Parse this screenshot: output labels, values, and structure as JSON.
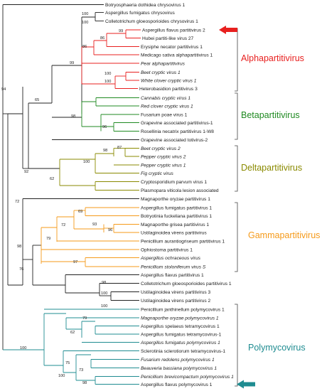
{
  "taxa": [
    {
      "label": "Botryosphaeria dothidea chrysovirus 1",
      "italic": false
    },
    {
      "label": "Aspergillus fumigatus chrysovirus",
      "italic": false
    },
    {
      "label": "Colletotrichum gloeosporioides chrysovirus 1",
      "italic": false
    },
    {
      "label": "Aspergillus flavus partitivirus 2",
      "italic": false
    },
    {
      "label": "Hubei partiti-like virus 27",
      "italic": false
    },
    {
      "label": "Erysiphe necator partitivirus 1",
      "italic": false
    },
    {
      "label": "Medicago sativa alphapartitivirus 1",
      "italic": false
    },
    {
      "label": "Pear alphapartitivirus",
      "italic": true
    },
    {
      "label": "Beet cryptic virus 1",
      "italic": true
    },
    {
      "label": "White clover cryptic virus 1",
      "italic": true
    },
    {
      "label": "Heterobasidion partitivirus 3",
      "italic": false
    },
    {
      "label": "Cannabis cryptic virus 1",
      "italic": true
    },
    {
      "label": "Red clover cryptic virus 1",
      "italic": true
    },
    {
      "label": "Fusarium poae virus 1",
      "italic": false
    },
    {
      "label": "Grapevine associated partitivirus-1",
      "italic": false
    },
    {
      "label": "Rosellinia necatrix partitivirus 1-W8",
      "italic": false
    },
    {
      "label": "Grapevine associated totivirus-2",
      "italic": false
    },
    {
      "label": "Beet cryptic virus 2",
      "italic": true
    },
    {
      "label": "Pepper cryptic virus 2",
      "italic": true
    },
    {
      "label": "Pepper cryptic virus 1",
      "italic": true
    },
    {
      "label": "Fig cryptic virus",
      "italic": true
    },
    {
      "label": "Cryptosporidium parvum virus 1",
      "italic": false
    },
    {
      "label": "Plasmopara viticola lesion associated",
      "italic": false
    },
    {
      "label": "Magnaporthe oryzae partitivirus 1",
      "italic": false
    },
    {
      "label": "Aspergillus fumigatus partitivirus 1",
      "italic": false
    },
    {
      "label": "Botryotinia fuckeliana partitivirus 1",
      "italic": false
    },
    {
      "label": "Magnaporthe grisea partitivirus 1",
      "italic": false
    },
    {
      "label": "Ustilaginoidea virens partitivirus",
      "italic": false
    },
    {
      "label": "Penicillium aurantiogriseum partitivirus 1",
      "italic": false
    },
    {
      "label": "Ophiostoma partitivirus 1",
      "italic": false
    },
    {
      "label": "Aspergillus ochraceous virus",
      "italic": true
    },
    {
      "label": "Penicillium stoloniferum virus S",
      "italic": true
    },
    {
      "label": "Aspergillus flavus partitivirus 1",
      "italic": false
    },
    {
      "label": "Colletotrichum gloeosporioides partitivirus 1",
      "italic": false
    },
    {
      "label": "Ustilaginoidea virens partitivirus 3",
      "italic": false
    },
    {
      "label": "Ustilaginoidea virens partitivirus 2",
      "italic": false
    },
    {
      "label": "Penicillium janthinellum polymycovirus 1",
      "italic": false
    },
    {
      "label": "Magnaporthe oryzae polymycovirus 1",
      "italic": true
    },
    {
      "label": "Aspergillus spelaeus tetramycovirus 1",
      "italic": false
    },
    {
      "label": "Aspergillus fumigatus tetramycovirus-1",
      "italic": false
    },
    {
      "label": "Aspergillus fumigatus polymycovirus 1",
      "italic": true
    },
    {
      "label": "Sclerotinia sclerotiorum tetramycovirus-1",
      "italic": false
    },
    {
      "label": "Fusarium redolens polymycovirus 1",
      "italic": true
    },
    {
      "label": "Beauveria bassiana polymycovirus 1",
      "italic": true
    },
    {
      "label": "Penicillium brevicompactum polymycovirus 1",
      "italic": true
    },
    {
      "label": "Aspergillus flavus polymycovirus 1",
      "italic": false
    }
  ],
  "bootstrap": [
    "94",
    "100",
    "100",
    "99",
    "86",
    "86",
    "99",
    "100",
    "100",
    "65",
    "98",
    "96",
    "92",
    "98",
    "87",
    "100",
    "62",
    "72",
    "72",
    "69",
    "93",
    "96",
    "79",
    "98",
    "97",
    "76",
    "98",
    "100",
    "100",
    "100",
    "79",
    "62",
    "100",
    "75",
    "73",
    "98"
  ],
  "clades": [
    {
      "name": "Alphapartitivirus",
      "color": "#e8201f"
    },
    {
      "name": "Betapartitivirus",
      "color": "#1f8a21"
    },
    {
      "name": "Deltapartitivirus",
      "color": "#8a8a00"
    },
    {
      "name": "Gammapartitivirus",
      "color": "#f59a1a"
    },
    {
      "name": "Polymycovirus",
      "color": "#1f8c91"
    }
  ],
  "colors": {
    "base": "#222222",
    "alpha": "#e8201f",
    "beta": "#1f8a21",
    "delta": "#8a8a00",
    "gamma": "#f59a1a",
    "poly": "#1f8c91",
    "red_arrow": "#e8201f",
    "teal_arrow": "#1f8c91"
  },
  "markers": [
    {
      "icon": "left-arrow-icon",
      "color": "#e8201f",
      "taxon": "Aspergillus flavus partitivirus 2"
    },
    {
      "icon": "left-arrow-icon",
      "color": "#1f8c91",
      "taxon": "Aspergillus flavus polymycovirus 1"
    }
  ]
}
